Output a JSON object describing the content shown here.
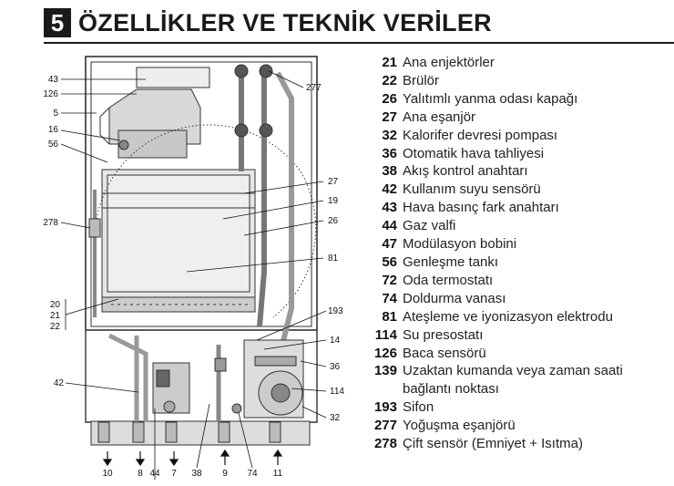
{
  "header": {
    "section_number": "5",
    "title": "ÖZELLİKLER VE TEKNİK VERİLER"
  },
  "legend": [
    {
      "num": "21",
      "text": "Ana enjektörler"
    },
    {
      "num": "22",
      "text": "Brülör"
    },
    {
      "num": "26",
      "text": "Yalıtımlı yanma odası kapağı"
    },
    {
      "num": "27",
      "text": "Ana eşanjör"
    },
    {
      "num": "32",
      "text": "Kalorifer devresi pompası"
    },
    {
      "num": "36",
      "text": "Otomatik hava tahliyesi"
    },
    {
      "num": "38",
      "text": "Akış kontrol anahtarı"
    },
    {
      "num": "42",
      "text": "Kullanım suyu sensörü"
    },
    {
      "num": "43",
      "text": "Hava basınç fark anahtarı"
    },
    {
      "num": "44",
      "text": "Gaz valfi"
    },
    {
      "num": "47",
      "text": "Modülasyon bobini"
    },
    {
      "num": "56",
      "text": "Genleşme tankı"
    },
    {
      "num": "72",
      "text": "Oda termostatı"
    },
    {
      "num": "74",
      "text": "Doldurma vanası"
    },
    {
      "num": "81",
      "text": "Ateşleme ve iyonizasyon elektrodu"
    },
    {
      "num": "114",
      "text": "Su presostatı"
    },
    {
      "num": "126",
      "text": "Baca sensörü"
    },
    {
      "num": "139",
      "text": "Uzaktan kumanda veya zaman saati"
    },
    {
      "num": "",
      "text": "bağlantı noktası"
    },
    {
      "num": "193",
      "text": "Sifon"
    },
    {
      "num": "277",
      "text": "Yoğuşma eşanjörü"
    },
    {
      "num": "278",
      "text": "Çift sensör (Emniyet + Isıtma)"
    }
  ],
  "diagram": {
    "callouts_left": [
      "43",
      "126",
      "5",
      "16",
      "56",
      "278",
      "20",
      "21",
      "22",
      "42"
    ],
    "callouts_right": [
      "277",
      "27",
      "19",
      "26",
      "81",
      "193",
      "14",
      "36",
      "114",
      "32"
    ],
    "callouts_bottom": [
      "10",
      "8",
      "44",
      "7",
      "38",
      "9",
      "74",
      "11"
    ]
  }
}
